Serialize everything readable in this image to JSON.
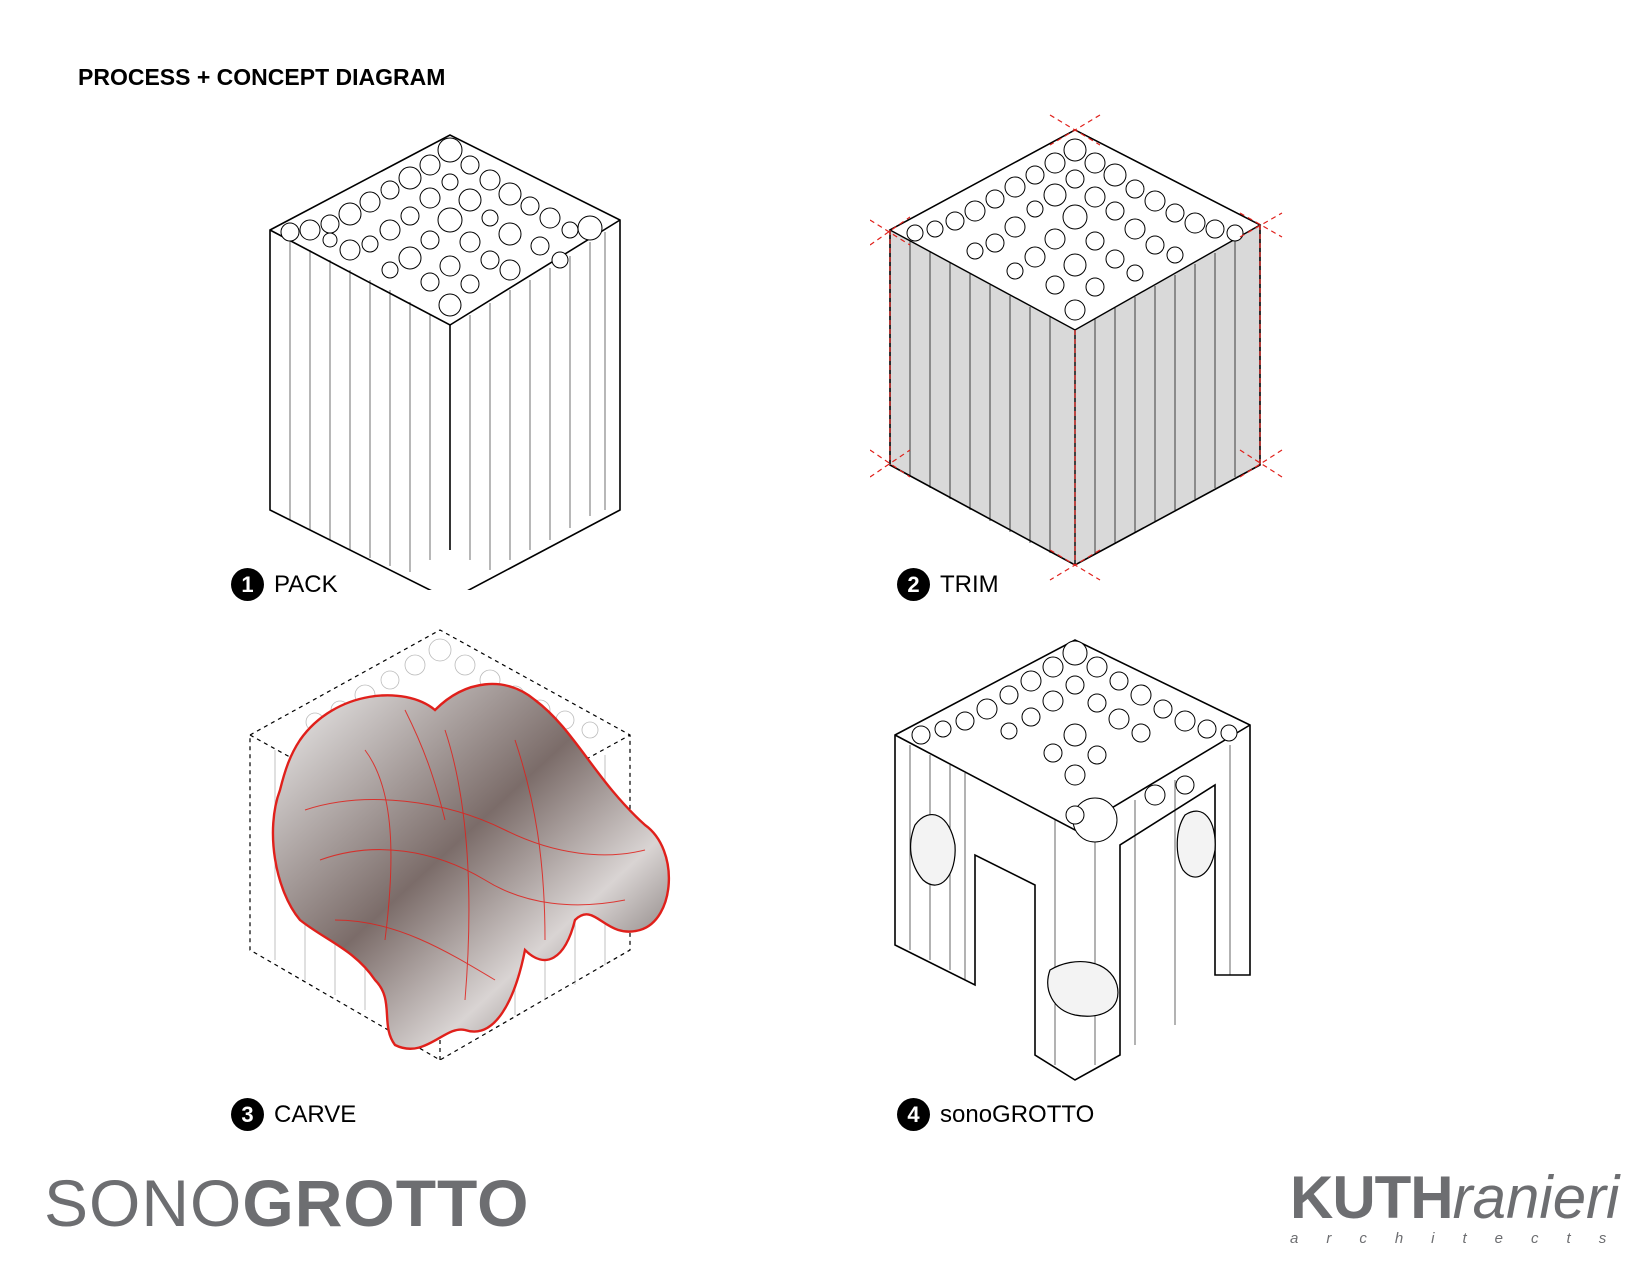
{
  "header": {
    "title": "PROCESS + CONCEPT DIAGRAM"
  },
  "steps": [
    {
      "number": "1",
      "label": "PACK"
    },
    {
      "number": "2",
      "label": "TRIM"
    },
    {
      "number": "3",
      "label": "CARVE"
    },
    {
      "number": "4",
      "label": "sonoGROTTO"
    }
  ],
  "footer": {
    "project_light": "SONO",
    "project_bold": "GROTTO",
    "logo_bold": "KUTH",
    "logo_italic": "ranieri",
    "logo_sub": "architects"
  },
  "colors": {
    "accent": "#e0201b",
    "brand_gray": "#6d6e71",
    "ink": "#000000"
  }
}
